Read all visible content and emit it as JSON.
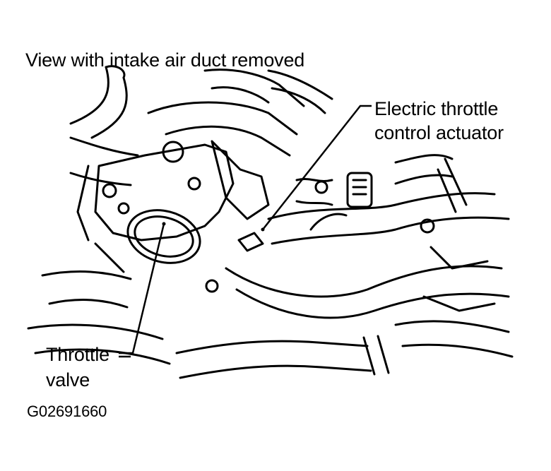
{
  "title": "View with intake air duct removed",
  "callouts": {
    "actuator_line1": "Electric throttle",
    "actuator_line2": "control actuator",
    "valve_line1": "Throttle",
    "valve_line2": "valve"
  },
  "figure_id": "G02691660"
}
